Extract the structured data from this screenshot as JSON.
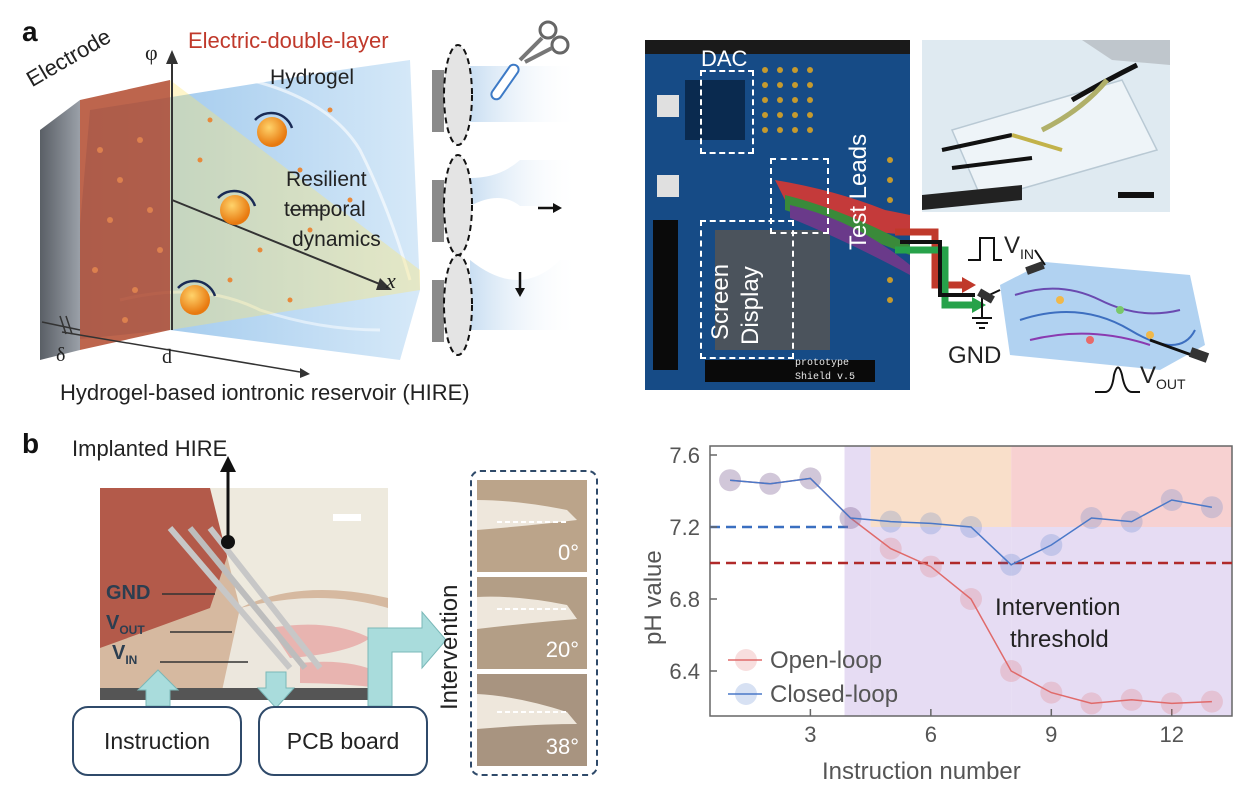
{
  "panel_a": {
    "letter": "a",
    "electrode_label": "Electrode",
    "phi_label": "φ",
    "edl_label": "Electric-double-layer",
    "hydrogel_label": "Hydrogel",
    "dynamics_label_1": "Resilient",
    "dynamics_label_2": "temporal",
    "dynamics_label_3": "dynamics",
    "x_label": "x",
    "delta_label": "δ",
    "d_label": "d",
    "caption": "Hydrogel-based iontronic reservoir (HIRE)",
    "dac_label": "DAC",
    "screen_display_1": "Screen",
    "screen_display_2": "Display",
    "test_leads_label": "Test Leads",
    "vin_label": "V",
    "vin_sub": "IN",
    "vout_label": "V",
    "vout_sub": "OUT",
    "gnd_label": "GND",
    "pcb_line_1": "prototype",
    "pcb_line_2": "Shield v.5"
  },
  "panel_b": {
    "letter": "b",
    "implanted_label": "Implanted HIRE",
    "gnd_label": "GND",
    "vout_label": "V",
    "vout_sub": "OUT",
    "vin_label": "V",
    "vin_sub": "IN",
    "instruction_box": "Instruction",
    "pcb_box": "PCB board",
    "intervention_label": "Intervention",
    "angle_1": "0°",
    "angle_2": "20°",
    "angle_3": "38°"
  },
  "chart_data": {
    "type": "line",
    "xlabel": "Instruction number",
    "ylabel": "pH value",
    "xlim": [
      0.5,
      13.5
    ],
    "ylim": [
      6.15,
      7.65
    ],
    "xticks": [
      3,
      6,
      9,
      12
    ],
    "yticks": [
      6.4,
      6.8,
      7.2,
      7.6
    ],
    "x": [
      1,
      2,
      3,
      4,
      5,
      6,
      7,
      8,
      9,
      10,
      11,
      12,
      13
    ],
    "series": [
      {
        "name": "Open-loop",
        "color": "#e06a6a",
        "values": [
          7.46,
          7.44,
          7.47,
          7.25,
          7.08,
          6.98,
          6.8,
          6.4,
          6.28,
          6.22,
          6.24,
          6.22,
          6.23
        ]
      },
      {
        "name": "Closed-loop",
        "color": "#4a78c8",
        "values": [
          7.46,
          7.44,
          7.47,
          7.25,
          7.23,
          7.22,
          7.2,
          6.99,
          7.1,
          7.25,
          7.23,
          7.35,
          7.31
        ]
      }
    ],
    "threshold_upper": 7.2,
    "threshold_lower": 7.0,
    "annotation_1": "Intervention",
    "annotation_2": "threshold",
    "legend_placement": "bottom-left",
    "colors": {
      "upper_line": "#3a6fc0",
      "lower_line": "#b02a2a",
      "purple_region": "#ddd0ef",
      "orange_region": "#f8dcc4",
      "red_region": "#f6cccc"
    }
  }
}
